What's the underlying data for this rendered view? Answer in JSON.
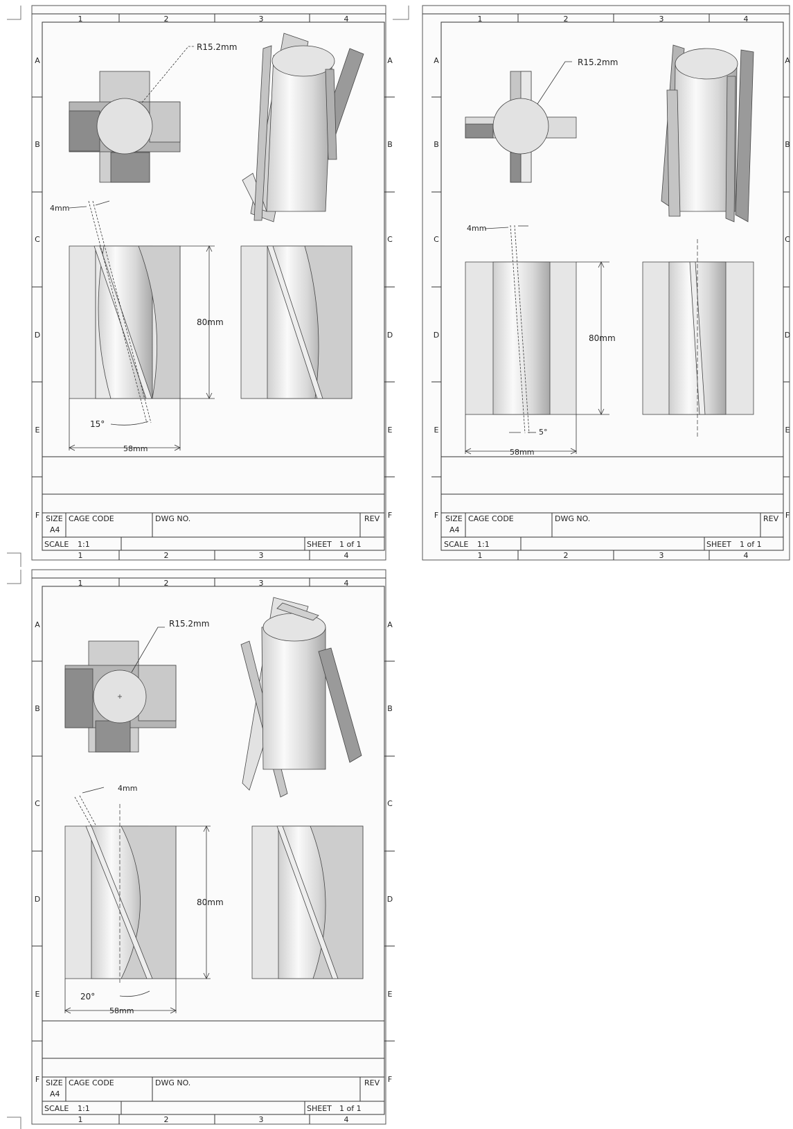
{
  "sheets": [
    {
      "id": "sheet-1",
      "radius_label": "R15.2mm",
      "thickness_label": "4mm",
      "height_label": "80mm",
      "angle_label": "15°",
      "width_label": "58mm",
      "title_block": {
        "size_label": "SIZE",
        "size_value": "A4",
        "cage_code_label": "CAGE CODE",
        "dwg_no_label": "DWG NO.",
        "rev_label": "REV",
        "scale_label": "SCALE",
        "scale_value": "1:1",
        "sheet_label": "SHEET",
        "sheet_value": "1 of 1"
      }
    },
    {
      "id": "sheet-2",
      "radius_label": "R15.2mm",
      "thickness_label": "4mm",
      "height_label": "80mm",
      "angle_label": "5°",
      "width_label": "58mm",
      "title_block": {
        "size_label": "SIZE",
        "size_value": "A4",
        "cage_code_label": "CAGE CODE",
        "dwg_no_label": "DWG NO.",
        "rev_label": "REV",
        "scale_label": "SCALE",
        "scale_value": "1:1",
        "sheet_label": "SHEET",
        "sheet_value": "1 of 1"
      }
    },
    {
      "id": "sheet-3",
      "radius_label": "R15.2mm",
      "thickness_label": "4mm",
      "height_label": "80mm",
      "angle_label": "20°",
      "width_label": "58mm",
      "title_block": {
        "size_label": "SIZE",
        "size_value": "A4",
        "cage_code_label": "CAGE CODE",
        "dwg_no_label": "DWG NO.",
        "rev_label": "REV",
        "scale_label": "SCALE",
        "scale_value": "1:1",
        "sheet_label": "SHEET",
        "sheet_value": "1 of 1"
      }
    }
  ],
  "zone_columns": [
    "1",
    "2",
    "3",
    "4"
  ],
  "zone_rows": [
    "A",
    "B",
    "C",
    "D",
    "E",
    "F"
  ],
  "colors": {
    "line": "#333333",
    "fill_light": "#e6e6e6",
    "fill_mid": "#bdbdbd",
    "fill_dark": "#8c8c8c",
    "paper": "#fbfbfb"
  }
}
